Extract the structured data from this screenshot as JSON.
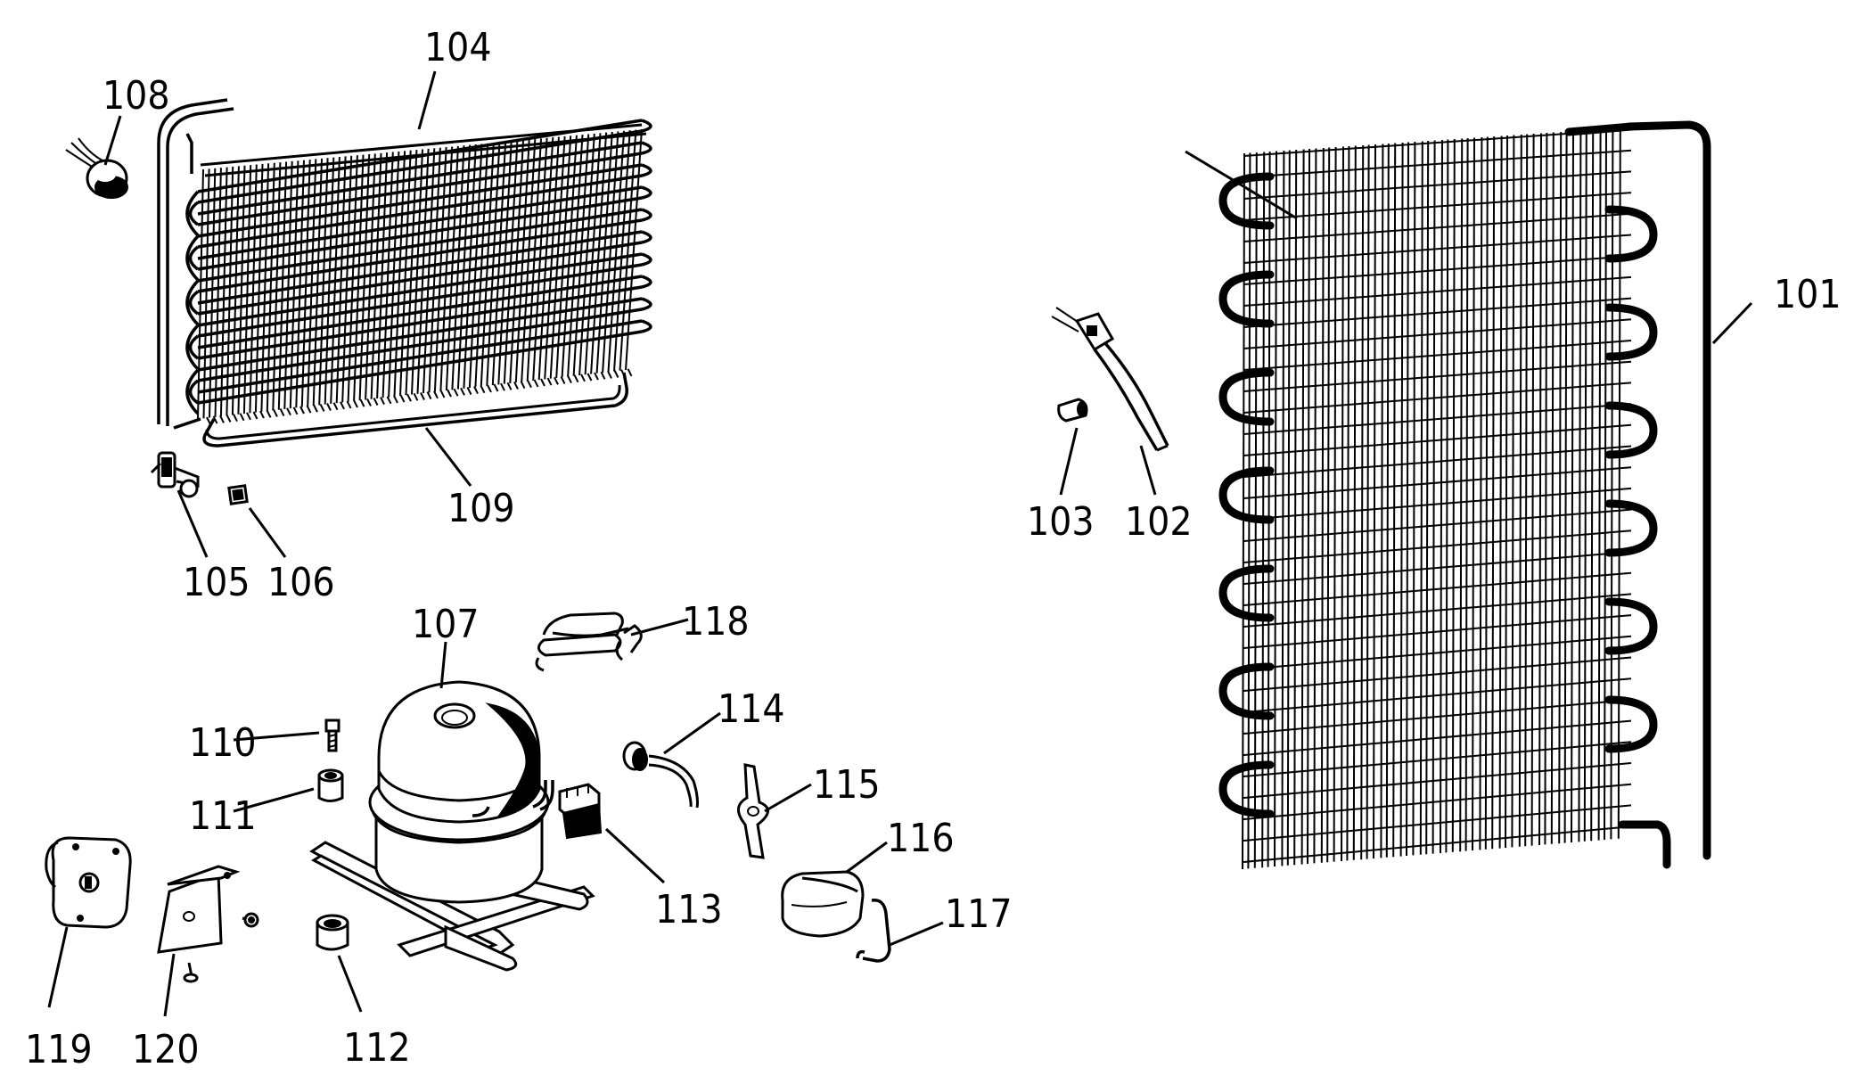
{
  "labels": {
    "l101": "101",
    "l102": "102",
    "l103": "103",
    "l104": "104",
    "l105": "105",
    "l106": "106",
    "l107": "107",
    "l108": "108",
    "l109": "109",
    "l110": "110",
    "l111": "111",
    "l112": "112",
    "l113": "113",
    "l114": "114",
    "l115": "115",
    "l116": "116",
    "l117": "117",
    "l118": "118",
    "l119": "119",
    "l120": "120"
  }
}
